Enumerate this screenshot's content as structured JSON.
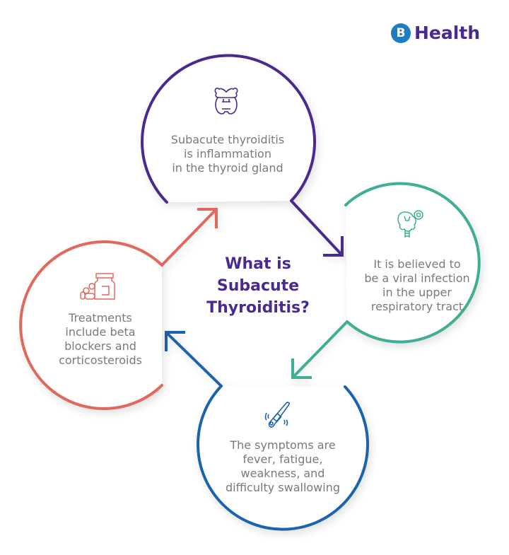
{
  "brand": {
    "logo_mark": "B",
    "name": "Health",
    "colors": {
      "mark": "#1b7ec2",
      "text": "#4b2a8f"
    }
  },
  "title": {
    "line1": "What is",
    "line2": "Subacute",
    "line3": "Thyroiditis?",
    "color": "#4b2a8f"
  },
  "steps": [
    {
      "id": "definition",
      "icon": "thyroid-gland-icon",
      "color": "#4b2a8f",
      "lines": [
        "Subacute thyroiditis",
        "is inflammation",
        "in the thyroid gland"
      ]
    },
    {
      "id": "cause",
      "icon": "respiratory-virus-icon",
      "color": "#3fae95",
      "lines": [
        "It is believed to",
        "be a viral infection",
        "in the upper",
        "respiratory tract"
      ]
    },
    {
      "id": "symptoms",
      "icon": "thermometer-icon",
      "color": "#1e64ad",
      "lines": [
        "The symptoms are",
        "fever, fatigue,",
        "weakness, and",
        "difficulty swallowing"
      ]
    },
    {
      "id": "treatment",
      "icon": "pills-bottle-icon",
      "color": "#e0695c",
      "lines": [
        "Treatments",
        "include beta",
        "blockers and",
        "corticosteroids"
      ]
    }
  ]
}
